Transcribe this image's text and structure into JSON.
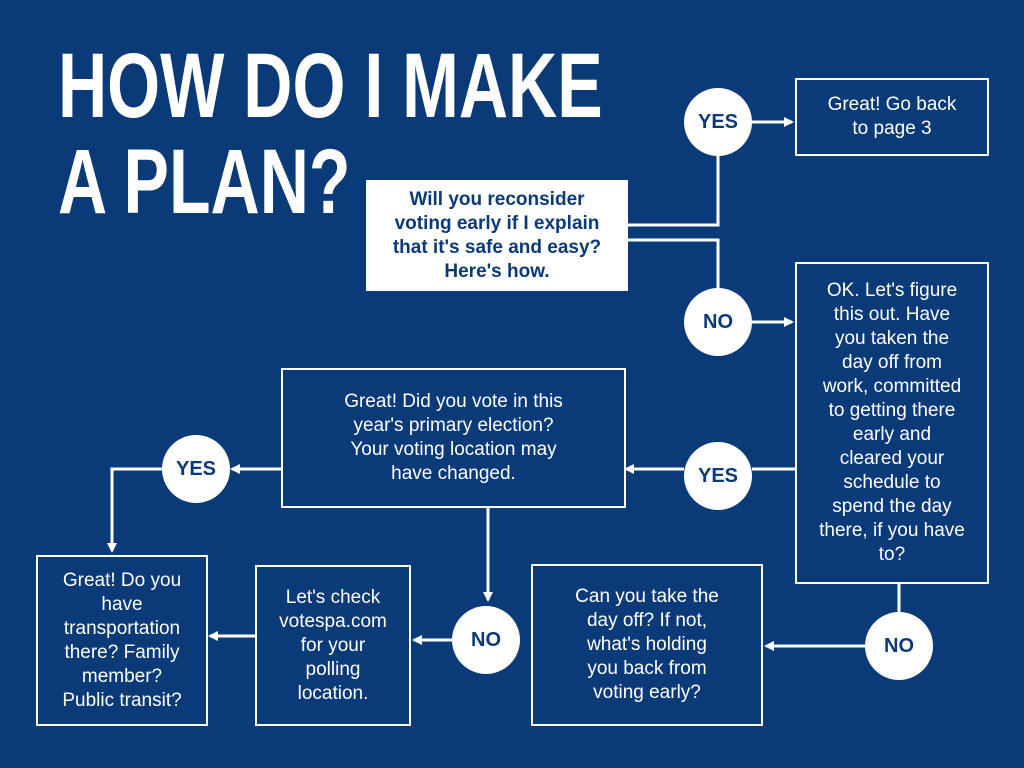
{
  "title": {
    "line1": "HOW DO I MAKE",
    "line2": "A PLAN?"
  },
  "colors": {
    "background": "#0b3a78",
    "foreground": "#ffffff"
  },
  "nodes": {
    "reconsider": "Will you reconsider\nvoting early if I explain\nthat it's safe and easy?\nHere's how.",
    "page3": "Great! Go back\nto page 3",
    "figure_out": "OK. Let's figure\nthis out. Have\nyou taken the\nday off from\nwork, committed\nto getting there\nearly and\ncleared your\nschedule to\nspend the day\nthere, if you have\nto?",
    "primary": "Great! Did you vote in this\nyear's primary election?\nYour voting location may\nhave changed.",
    "transport": "Great! Do you\nhave\ntransportation\nthere? Family\nmember?\nPublic transit?",
    "votespa": "Let's check\nvotespa.com\nfor your\npolling\nlocation.",
    "day_off": "Can you take the\nday off? If not,\nwhat's holding\nyou back from\nvoting early?"
  },
  "answers": {
    "yes": "YES",
    "no": "NO"
  }
}
